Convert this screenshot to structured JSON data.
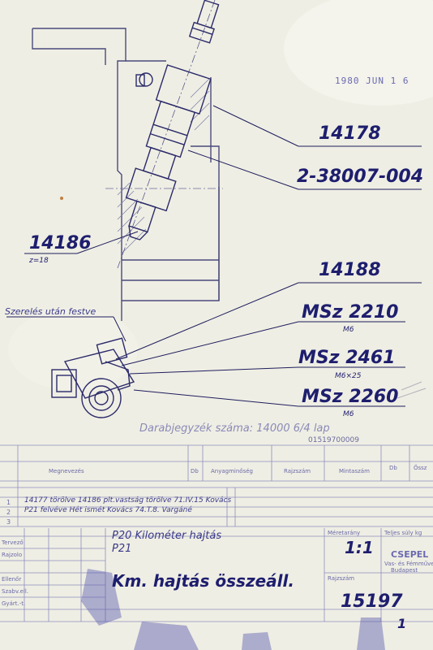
{
  "stamp_date": "1980 JUN 1 6",
  "callouts": [
    {
      "id": "c1",
      "text": "14178"
    },
    {
      "id": "c2",
      "text": "2-38007-004"
    },
    {
      "id": "c3",
      "text": "14186"
    },
    {
      "id": "c4",
      "text": "14188"
    },
    {
      "id": "c5",
      "text": "MSz 2210"
    },
    {
      "id": "c6",
      "text": "MSz 2461"
    },
    {
      "id": "c7",
      "text": "MSz 2260"
    }
  ],
  "sub_labels": {
    "z18": "z=18",
    "m6a": "M6",
    "m6x25": "M6×25",
    "m6b": "M6"
  },
  "painted_note": "Szerelés után festve",
  "quantity_note": "Darabjegyzék száma: 14000   6/4 lap",
  "doc_number": "01519700009",
  "table_headers": {
    "megnevezes": "Megnevezés",
    "db": "Db",
    "anyagminoseg": "Anyagminőség",
    "rajzszam": "Rajzszám",
    "mintaszam": "Mintaszám",
    "db2": "Db",
    "ossz": "Össz"
  },
  "revisions": [
    {
      "num": "1",
      "text": "14177 törölve  14186 plt.vastság törölve  71.IV.15  Kovács"
    },
    {
      "num": "2",
      "text": "P21 felvéve   Hét ismét   Kovács   74.T.8.  Vargáné"
    },
    {
      "num": "3",
      "text": ""
    }
  ],
  "title_block": {
    "product_line1": "P20  Kilométer hajtás",
    "product_line2": "P21",
    "drawing_title": "Km. hajtás összeáll.",
    "scale_label": "Méretarány",
    "scale": "1:1",
    "company": "CSEPEL",
    "company_sub1": "Vas- és Fémművek",
    "company_sub2": "Budapest",
    "drawing_number_label": "Rajzszám",
    "drawing_number": "15197",
    "mass_label": "Teljes súly kg",
    "sheet_count": "1"
  },
  "left_column_labels": [
    "Tervező",
    "Rajzolo",
    "Ellenőr",
    "Szabv.ell.",
    "Gyárt.-t."
  ]
}
